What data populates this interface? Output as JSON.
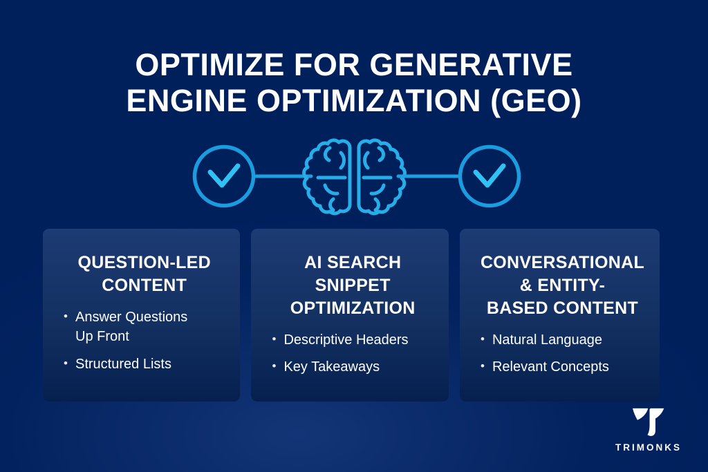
{
  "colors": {
    "background": "#00205c",
    "card_top": "#1d3b74",
    "card_bottom": "#05204f",
    "accent_ring": "#1b9cdf",
    "accent_check": "#31c1f2",
    "accent_brain": "#27aee9",
    "text": "#ffffff"
  },
  "title": {
    "line1": "OPTIMIZE FOR GENERATIVE",
    "line2": "ENGINE OPTIMIZATION (GEO)"
  },
  "icon_row": {
    "left_icon": "check-circle-icon",
    "center_icon": "brain-icon",
    "right_icon": "check-circle-icon"
  },
  "cards": [
    {
      "heading": "QUESTION-LED CONTENT",
      "heading_lines": [
        "QUESTION-LED",
        "CONTENT"
      ],
      "bullets": [
        "Answer Questions\nUp Front",
        "Structured Lists"
      ]
    },
    {
      "heading": "AI SEARCH SNIPPET OPTIMIZATION",
      "heading_lines": [
        "AI SEARCH",
        "SNIPPET",
        "OPTIMIZATION"
      ],
      "bullets": [
        "Descriptive Headers",
        "Key Takeaways"
      ]
    },
    {
      "heading": "CONVERSATIONAL & ENTITY-BASED CONTENT",
      "heading_lines": [
        "CONVERSATIONAL",
        "& ENTITY-",
        "BASED CONTENT"
      ],
      "bullets": [
        "Natural Language",
        "Relevant Concepts"
      ]
    }
  ],
  "brand": {
    "name": "TRIMONKS"
  }
}
